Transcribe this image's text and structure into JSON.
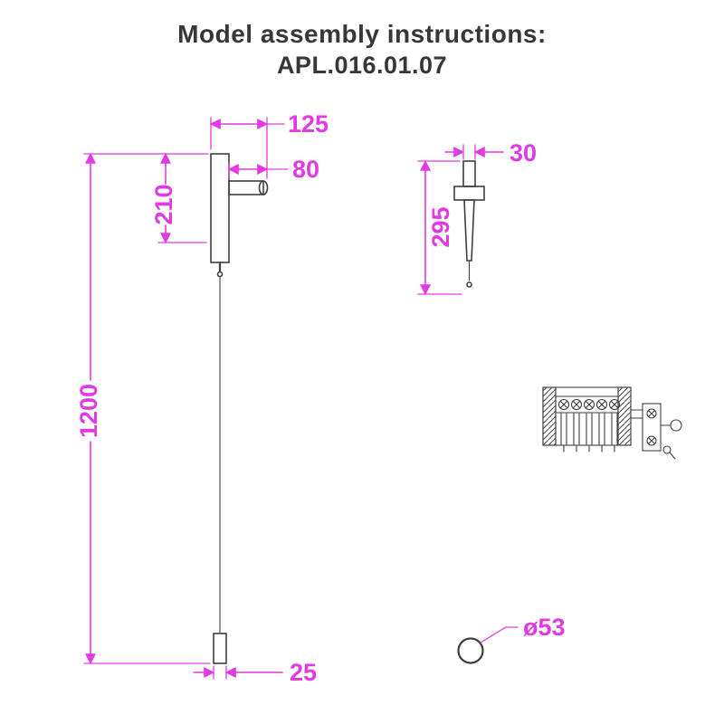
{
  "title": {
    "line1": "Model assembly instructions:",
    "line2": "APL.016.01.07"
  },
  "colors": {
    "dimension": "#e23ae2",
    "outline": "#3f3f3f",
    "title_text": "#373737"
  },
  "dimensions": {
    "front": {
      "top_width": "125",
      "arm_length": "80",
      "body_height": "210",
      "total_height": "1200",
      "bottom_cap_width": "25"
    },
    "side": {
      "top_width": "30",
      "upper_assembly_height": "295",
      "sphere_diameter": "ø53"
    }
  }
}
